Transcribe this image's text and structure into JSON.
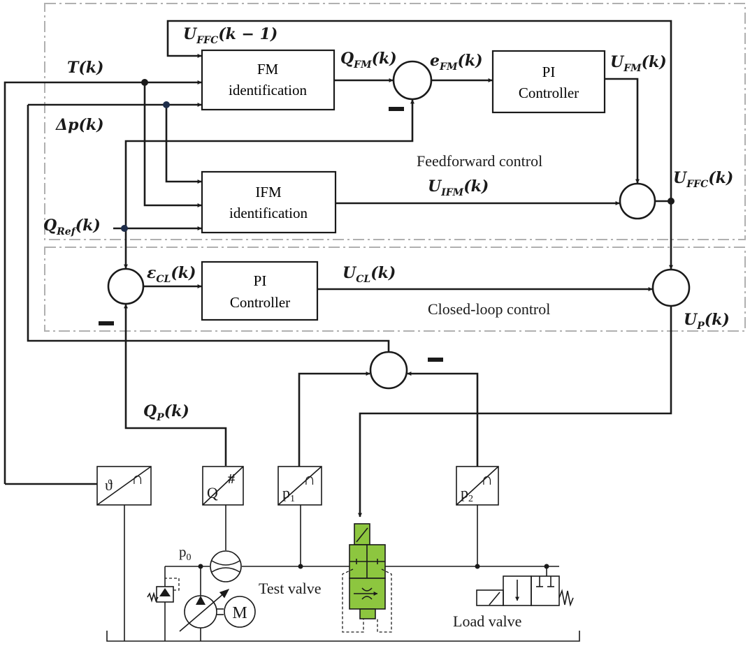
{
  "blocks": {
    "fm": [
      "FM",
      "identification"
    ],
    "pi1": [
      "PI",
      "Controller"
    ],
    "ifm": [
      "IFM",
      "identification"
    ],
    "pi2": [
      "PI",
      "Controller"
    ]
  },
  "regions": {
    "feedforward": "Feedforward control",
    "closed_loop": "Closed-loop control"
  },
  "signals": {
    "uffc_prev": {
      "main": "U",
      "sub": "FFC",
      "arg": "(k − 1)"
    },
    "t": {
      "main": "T",
      "sub": "",
      "arg": "(k)"
    },
    "dp": {
      "main": "Δp",
      "sub": "",
      "arg": "(k)"
    },
    "qfm": {
      "main": "Q",
      "sub": "FM",
      "arg": "(k)"
    },
    "efm": {
      "main": "e",
      "sub": "FM",
      "arg": "(k)"
    },
    "ufm": {
      "main": "U",
      "sub": "FM",
      "arg": "(k)"
    },
    "uifm": {
      "main": "U",
      "sub": "IFM",
      "arg": "(k)"
    },
    "uffc": {
      "main": "U",
      "sub": "FFC",
      "arg": "(k)"
    },
    "qref": {
      "main": "Q",
      "sub": "Ref",
      "arg": "(k)"
    },
    "ecl": {
      "main": "ε",
      "sub": "CL",
      "arg": "(k)"
    },
    "ucl": {
      "main": "U",
      "sub": "CL",
      "arg": "(k)"
    },
    "up": {
      "main": "U",
      "sub": "P",
      "arg": "(k)"
    },
    "qp": {
      "main": "Q",
      "sub": "P",
      "arg": "(k)"
    }
  },
  "sensors": {
    "temp": {
      "symbol": "ϑ",
      "corner": "∩"
    },
    "flow": {
      "symbol": "Q",
      "corner": "#"
    },
    "p1": {
      "symbol": "p",
      "sub": "1",
      "corner": "∩"
    },
    "p2": {
      "symbol": "p",
      "sub": "2",
      "corner": "∩"
    }
  },
  "hydraulics": {
    "p0": {
      "symbol": "p",
      "sub": "0"
    },
    "test_valve": "Test valve",
    "load_valve": "Load valve",
    "motor": "M"
  },
  "colors": {
    "valve_fill": "#8dc63f",
    "line": "#1a1a1a",
    "region_border": "#b0b0b0"
  }
}
